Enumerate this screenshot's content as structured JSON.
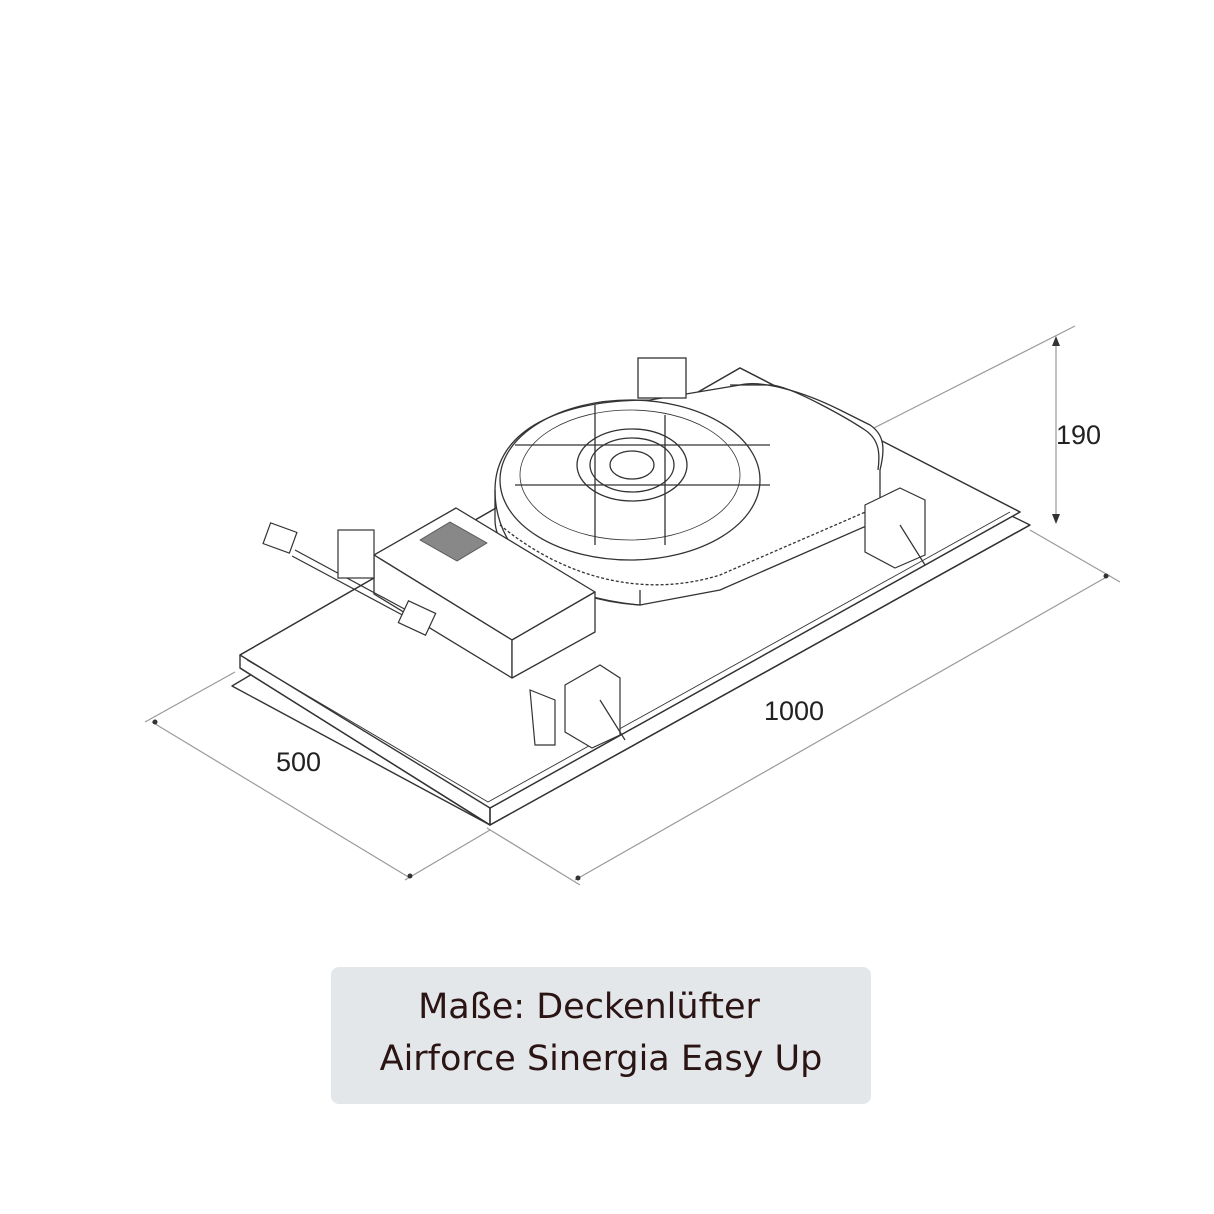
{
  "diagram": {
    "subject": "Deckenlüfter Airforce Sinergia Easy Up (isometric line drawing)",
    "line_color": "#333333",
    "dimension_line_color": "#999999",
    "dimensions": {
      "height": "190",
      "length": "1000",
      "width": "500"
    },
    "components": [
      {
        "name": "base-panel"
      },
      {
        "name": "fan-blower-housing"
      },
      {
        "name": "control-box"
      },
      {
        "name": "power-cable-plug"
      },
      {
        "name": "mounting-brackets"
      }
    ]
  },
  "caption": {
    "line1": "Maße: Deckenlüfter",
    "line2": "Airforce Sinergia Easy Up",
    "background": "#e4e7ea",
    "text_color": "#2a1414"
  }
}
